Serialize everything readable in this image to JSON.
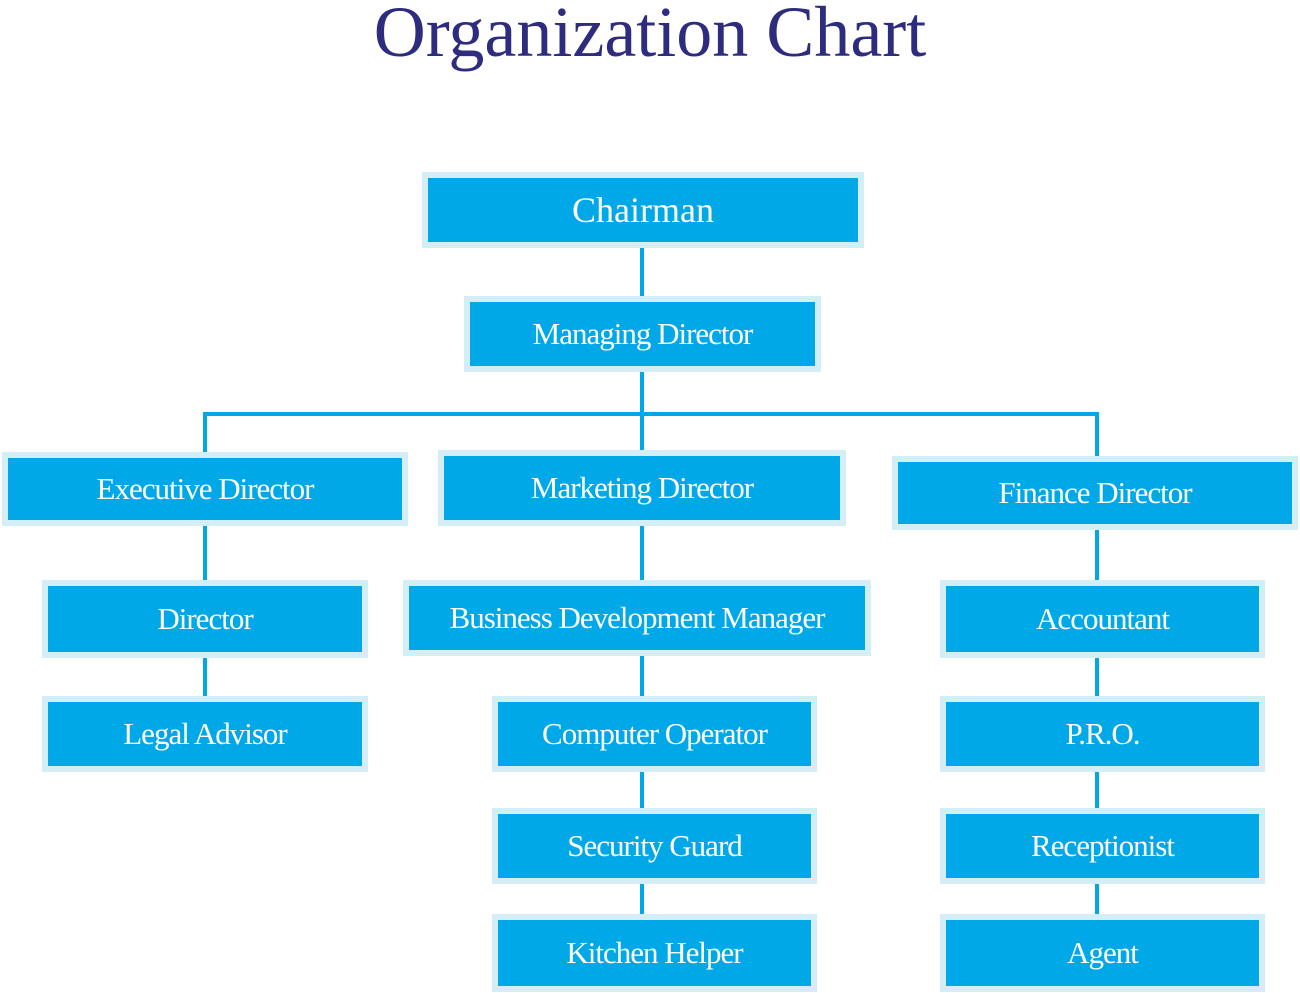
{
  "title": "Organization Chart",
  "nodes": {
    "chairman": "Chairman",
    "managing_director": "Managing Director",
    "executive_director": "Executive Director",
    "marketing_director": "Marketing Director",
    "finance_director": "Finance Director",
    "director": "Director",
    "legal_advisor": "Legal Advisor",
    "business_development_manager": "Business Development Manager",
    "computer_operator": "Computer Operator",
    "security_guard": "Security Guard",
    "kitchen_helper": "Kitchen Helper",
    "accountant": "Accountant",
    "pro": "P.R.O.",
    "receptionist": "Receptionist",
    "agent": "Agent"
  },
  "colors": {
    "box_fill": "#00a8e8",
    "box_border": "#d4eef8",
    "connector": "#00a8e8",
    "title": "#2e2c7e",
    "box_text": "#ffffff"
  }
}
